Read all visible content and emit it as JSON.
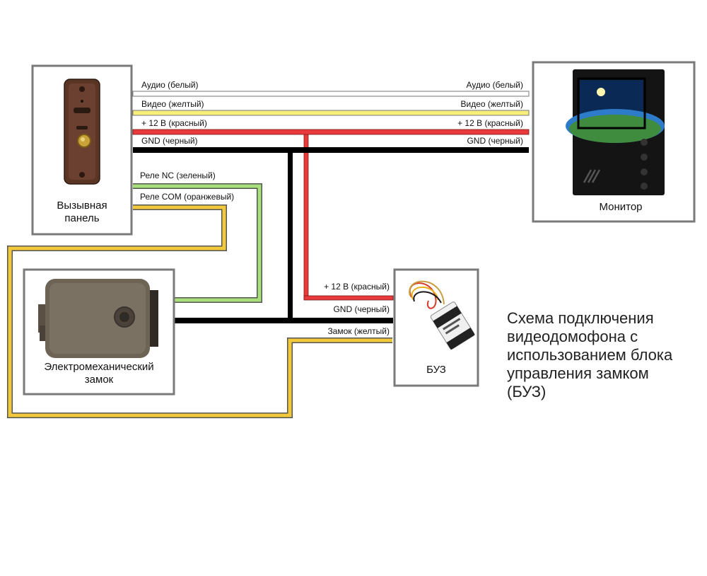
{
  "diagram": {
    "components": {
      "call_panel": {
        "label_line1": "Вызывная",
        "label_line2": "панель"
      },
      "monitor": {
        "label": "Монитор"
      },
      "lock": {
        "label_line1": "Электромеханический",
        "label_line2": "замок"
      },
      "buz": {
        "label": "БУЗ"
      }
    },
    "wires": {
      "audio_left": "Аудио (белый)",
      "audio_right": "Аудио (белый)",
      "video_left": "Видео (желтый)",
      "video_right": "Видео (желтый)",
      "power_left": "+ 12 В (красный)",
      "power_right": "+ 12 В (красный)",
      "gnd_left": "GND (черный)",
      "gnd_right": "GND (черный)",
      "relay_nc": "Реле NC (зеленый)",
      "relay_com": "Реле COM (оранжевый)",
      "buz_power": "+ 12 В (красный)",
      "buz_gnd": "GND (черный)",
      "buz_lock": "Замок (желтый)"
    },
    "caption": {
      "line1": "Схема подключения",
      "line2": "видеодомофона с",
      "line3": "использованием блока",
      "line4": "управления замком",
      "line5": "(БУЗ)"
    },
    "colors": {
      "white_wire": "#ffffff",
      "yellow_wire": "#f7ef7a",
      "red_wire": "#e83a3a",
      "black_wire": "#000000",
      "green_wire": "#a8e07a",
      "orange_wire": "#f1c93a",
      "box_border": "#7a7a7a"
    }
  }
}
